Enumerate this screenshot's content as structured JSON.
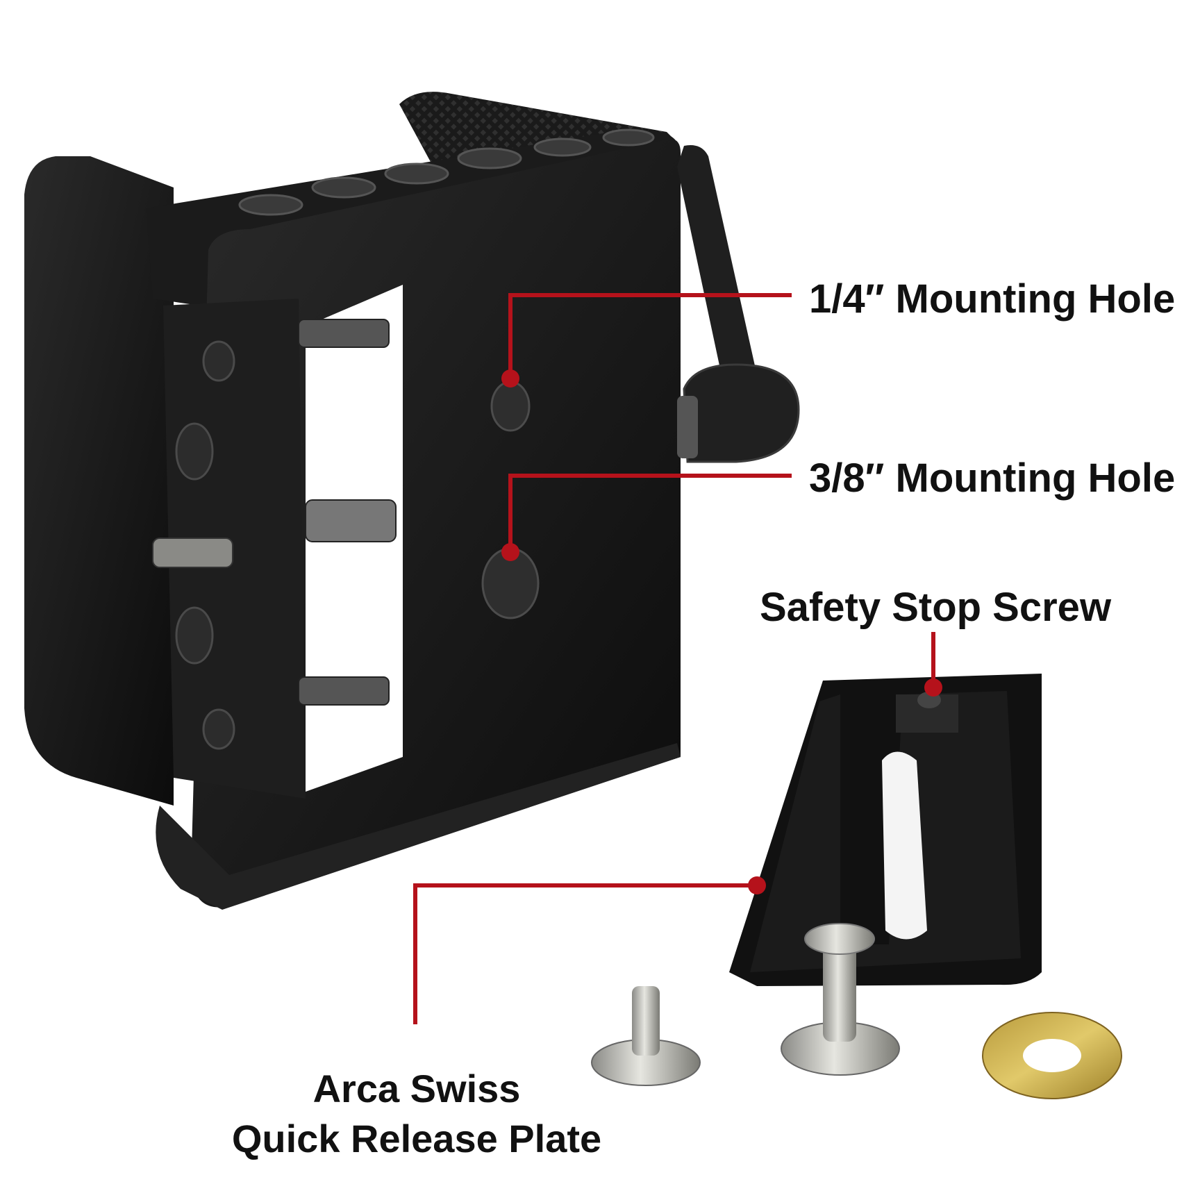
{
  "callouts": {
    "quarter_hole": "1/4″ Mounting Hole",
    "three_eighth_hole": "3/8″ Mounting Hole",
    "safety_stop": "Safety Stop Screw",
    "arca_line1": "Arca Swiss",
    "arca_line2": "Quick Release Plate"
  },
  "colors": {
    "callout_line": "#b5121b",
    "metal_black": "#161616",
    "background": "#ffffff"
  }
}
